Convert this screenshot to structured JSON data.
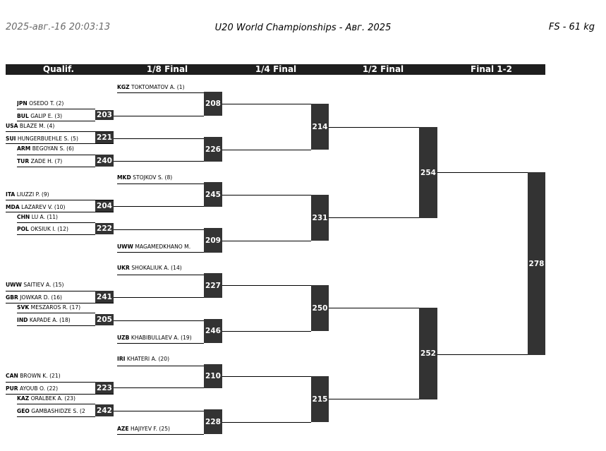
{
  "header": {
    "timestamp": "2025-авг.-16 20:03:13",
    "title": "U20 World Championships - Авг. 2025",
    "weight": "FS - 61 kg"
  },
  "rounds": [
    "Qualif.",
    "1/8 Final",
    "1/4 Final",
    "1/2 Final",
    "Final 1-2"
  ],
  "wrestlers": [
    {
      "country": "KGZ",
      "name": "TOKTOMATOV A. (1)"
    },
    {
      "country": "JPN",
      "name": "OSEDO T. (2)"
    },
    {
      "country": "BUL",
      "name": "GALIP E. (3)"
    },
    {
      "country": "USA",
      "name": "BLAZE M. (4)"
    },
    {
      "country": "SUI",
      "name": "HUNGERBUEHLE S. (5)"
    },
    {
      "country": "ARM",
      "name": "BEGOYAN S. (6)"
    },
    {
      "country": "TUR",
      "name": "ZADE H. (7)"
    },
    {
      "country": "MKD",
      "name": "STOJKOV S. (8)"
    },
    {
      "country": "ITA",
      "name": "LIUZZI P. (9)"
    },
    {
      "country": "MDA",
      "name": "LAZAREV V. (10)"
    },
    {
      "country": "CHN",
      "name": "LU A. (11)"
    },
    {
      "country": "POL",
      "name": "OKSIUK I. (12)"
    },
    {
      "country": "UWW",
      "name": "MAGAMEDKHANO M."
    },
    {
      "country": "UKR",
      "name": "SHOKALIUK A. (14)"
    },
    {
      "country": "UWW",
      "name": "SAITIEV A. (15)"
    },
    {
      "country": "GBR",
      "name": "JOWKAR D. (16)"
    },
    {
      "country": "SVK",
      "name": "MESZAROS R. (17)"
    },
    {
      "country": "IND",
      "name": "KAPADE A. (18)"
    },
    {
      "country": "UZB",
      "name": "KHABIBULLAEV A. (19)"
    },
    {
      "country": "IRI",
      "name": "KHATERI A. (20)"
    },
    {
      "country": "CAN",
      "name": "BROWN K. (21)"
    },
    {
      "country": "PUR",
      "name": "AYOUB O. (22)"
    },
    {
      "country": "KAZ",
      "name": "ORALBEK A. (23)"
    },
    {
      "country": "GEO",
      "name": "GAMBASHIDZE S. (2"
    },
    {
      "country": "AZE",
      "name": "HAJIYEV F. (25)"
    }
  ],
  "bouts": {
    "qualif": [
      "203",
      "221",
      "240",
      "204",
      "222",
      "241",
      "205",
      "223",
      "242"
    ],
    "eighth": [
      "208",
      "226",
      "245",
      "209",
      "227",
      "246",
      "210",
      "228"
    ],
    "quarter": [
      "214",
      "231",
      "250",
      "215"
    ],
    "semi": [
      "254",
      "252"
    ],
    "final": "278"
  }
}
